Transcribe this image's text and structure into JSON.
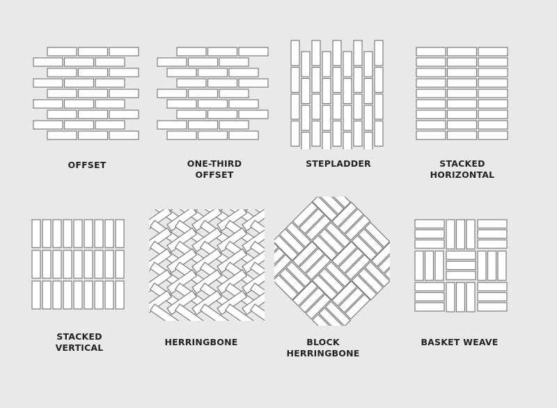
{
  "colors": {
    "background": "#e9e9e9",
    "tile_fill": "#ffffff",
    "tile_stroke": "#7a7a7a",
    "text": "#222222"
  },
  "patterns": [
    {
      "id": "offset",
      "label_lines": [
        "OFFSET"
      ]
    },
    {
      "id": "one-third-offset",
      "label_lines": [
        "ONE-THIRD",
        "OFFSET"
      ]
    },
    {
      "id": "stepladder",
      "label_lines": [
        "STEPLADDER"
      ]
    },
    {
      "id": "stacked-horizontal",
      "label_lines": [
        "STACKED",
        "HORIZONTAL"
      ]
    },
    {
      "id": "stacked-vertical",
      "label_lines": [
        "STACKED",
        "VERTICAL"
      ]
    },
    {
      "id": "herringbone",
      "label_lines": [
        "HERRINGBONE"
      ]
    },
    {
      "id": "block-herringbone",
      "label_lines": [
        "BLOCK",
        "HERRINGBONE"
      ]
    },
    {
      "id": "basket-weave",
      "label_lines": [
        "BASKET WEAVE"
      ]
    }
  ]
}
